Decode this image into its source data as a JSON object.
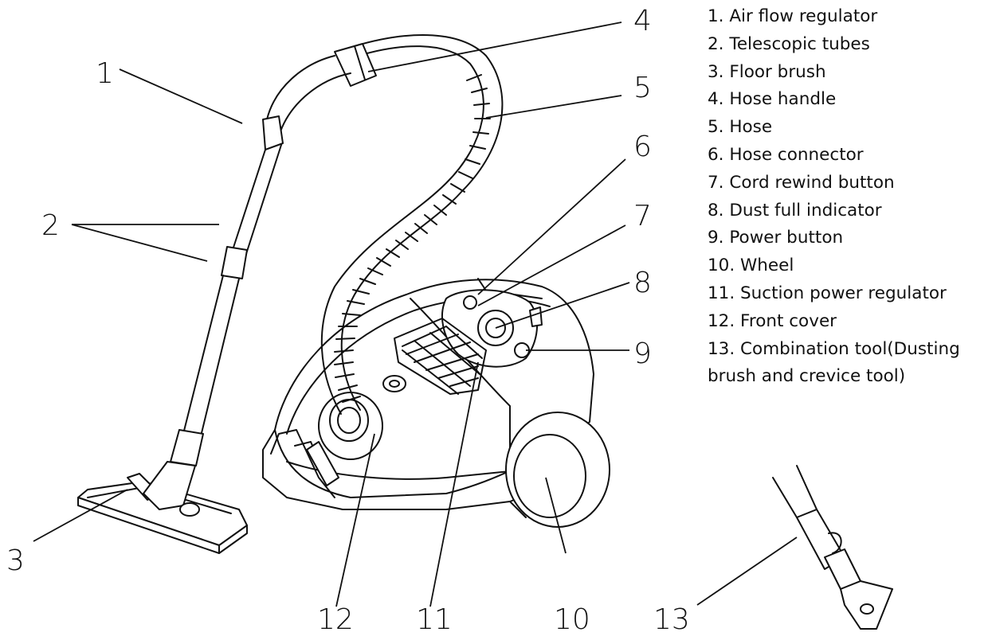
{
  "diagram": {
    "callouts": [
      "1",
      "2",
      "3",
      "4",
      "5",
      "6",
      "7",
      "8",
      "9",
      "10",
      "11",
      "12",
      "13"
    ]
  },
  "legend": {
    "items": [
      "1. Air flow regulator",
      "2. Telescopic tubes",
      "3. Floor brush",
      "4. Hose handle",
      "5. Hose",
      "6. Hose connector",
      "7. Cord rewind button",
      "8. Dust full indicator",
      "9. Power button",
      "10. Wheel",
      "11. Suction power regulator",
      "12. Front cover",
      "13. Combination tool(Dusting brush and crevice tool)"
    ]
  }
}
